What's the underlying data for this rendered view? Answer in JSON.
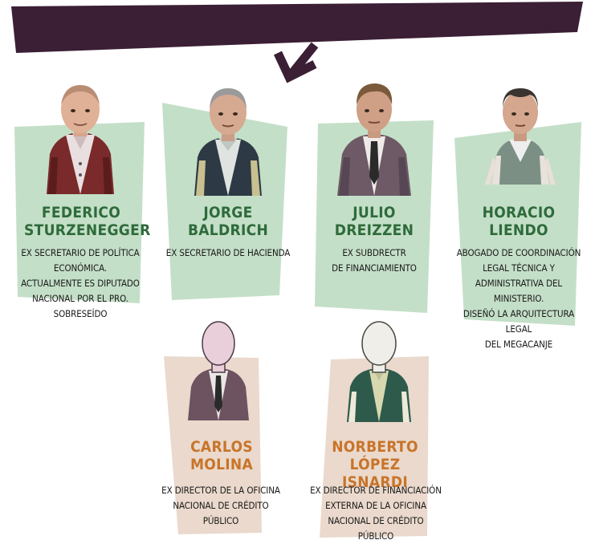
{
  "colors": {
    "banner": "#3b1f35",
    "green_card": "#c4dfc8",
    "beige_card": "#ead9cc",
    "name_green": "#2e6b3b",
    "name_orange": "#c8742a"
  },
  "people": [
    {
      "name": "FEDERICO\nSTURZENEGGER",
      "desc": "EX SECRETARIO DE POLÍTICA\nECONÓMICA.\nACTUALMENTE ES DIPUTADO\nNACIONAL POR EL PRO.\nSOBRESEÍDO"
    },
    {
      "name": "JORGE\nBALDRICH",
      "desc": "EX SECRETARIO DE HACIENDA"
    },
    {
      "name": "JULIO\nDREIZZEN",
      "desc": "EX SUBDRECTR\nDE FINANCIAMIENTO"
    },
    {
      "name": "HORACIO\nLIENDO",
      "desc": "ABOGADO DE COORDINACIÓN\nLEGAL TÉCNICA Y\nADMINISTRATIVA DEL MINISTERIO.\nDISEÑÓ LA ARQUITECTURA LEGAL\nDEL MEGACANJE"
    },
    {
      "name": "CARLOS\nMOLINA",
      "desc": "EX DIRECTOR DE LA OFICINA\nNACIONAL DE CRÉDITO PÚBLICO"
    },
    {
      "name": "NORBERTO\nLÓPEZ ISNARDI",
      "desc": "EX DIRECTOR DE FINANCIACIÓN\nEXTERNA DE LA OFICINA\nNACIONAL DE CRÉDITO PÚBLICO"
    }
  ]
}
